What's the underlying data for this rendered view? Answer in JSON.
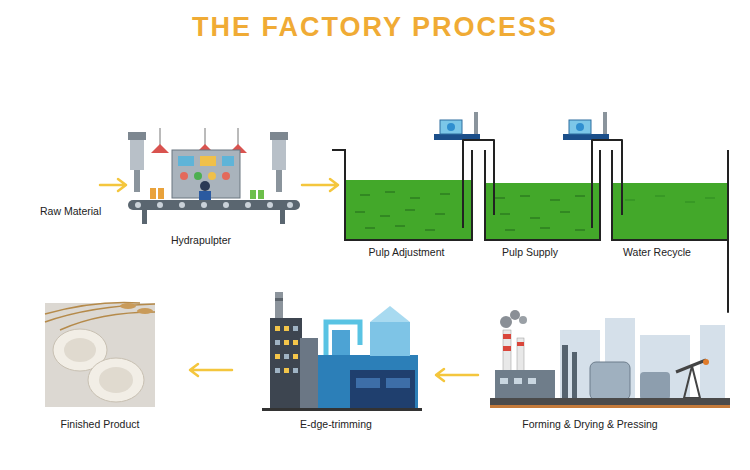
{
  "diagram": {
    "title": "THE FACTORY PROCESS",
    "nodes": [
      {
        "text": [
          "Raw Material"
        ]
      },
      {
        "text": [
          "Hydrapulpter"
        ]
      },
      {
        "text": [
          "Pulp Adjustment"
        ]
      },
      {
        "text": [
          "Pulp Supply"
        ]
      },
      {
        "text": [
          "Water Recycle"
        ]
      },
      {
        "text": [
          "Forming & Drying & Pressing"
        ]
      },
      {
        "text": [
          "E-dge-trimming"
        ]
      },
      {
        "text": [
          "Finished Product"
        ]
      }
    ],
    "edges": [
      {
        "from": 0,
        "to": 1,
        "arrow": "to"
      },
      {
        "from": 1,
        "to": 2,
        "arrow": "to"
      },
      {
        "from": 2,
        "to": 3,
        "arrow": "none"
      },
      {
        "from": 3,
        "to": 4,
        "arrow": "none"
      },
      {
        "from": 4,
        "to": 5,
        "arrow": "none"
      },
      {
        "from": 5,
        "to": 6,
        "arrow": "to"
      },
      {
        "from": 6,
        "to": 7,
        "arrow": "to"
      }
    ]
  }
}
